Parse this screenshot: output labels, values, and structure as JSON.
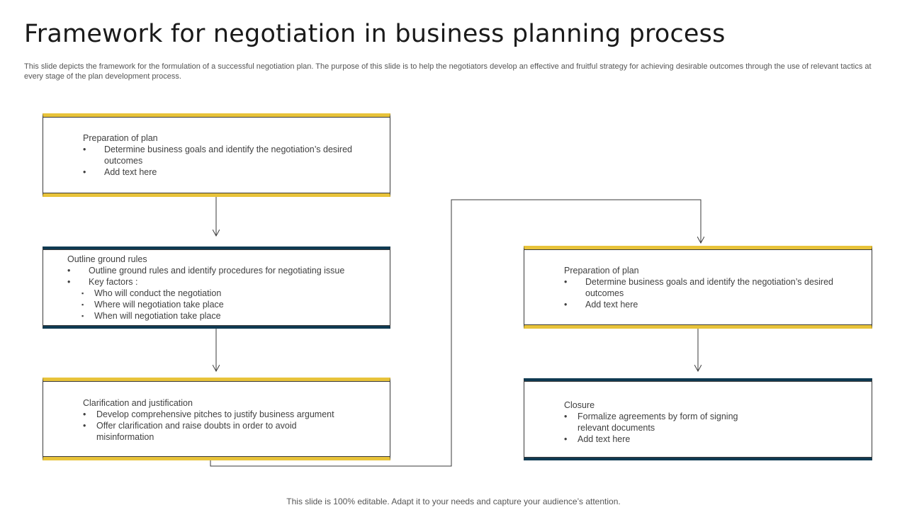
{
  "title": "Framework for negotiation in business planning process",
  "subtitle": "This slide depicts the framework for the formulation of a successful negotiation plan. The purpose of this slide is to help the negotiators develop an effective and fruitful strategy for achieving desirable outcomes through the use of relevant tactics at every stage of the plan development process.",
  "boxes": {
    "prep1": {
      "heading": "Preparation of plan",
      "bullets": [
        "Determine business goals and identify the negotiation’s desired outcomes",
        "Add text here"
      ]
    },
    "ground": {
      "heading": "Outline ground rules",
      "bullets": [
        "Outline ground rules and identify procedures for negotiating issue",
        "Key factors :"
      ],
      "subbullets": [
        "Who will conduct the negotiation",
        "Where will negotiation take place",
        "When will negotiation take place"
      ]
    },
    "clar": {
      "heading": "Clarification and justification",
      "bullets": [
        "Develop comprehensive  pitches to justify business argument",
        "Offer clarification and raise doubts in order to avoid misinformation"
      ]
    },
    "prep2": {
      "heading": "Preparation of plan",
      "bullets": [
        "Determine business goals and identify the negotiation’s desired outcomes",
        "Add text here"
      ]
    },
    "closure": {
      "heading": "Closure",
      "bullets": [
        "Formalize agreements  by form  of signing  relevant documents",
        "Add text here"
      ]
    }
  },
  "colors": {
    "gold": "#E8C33A",
    "navy": "#0F3A52"
  },
  "footer": "This slide is 100% editable. Adapt it to your needs and capture your audience’s attention."
}
